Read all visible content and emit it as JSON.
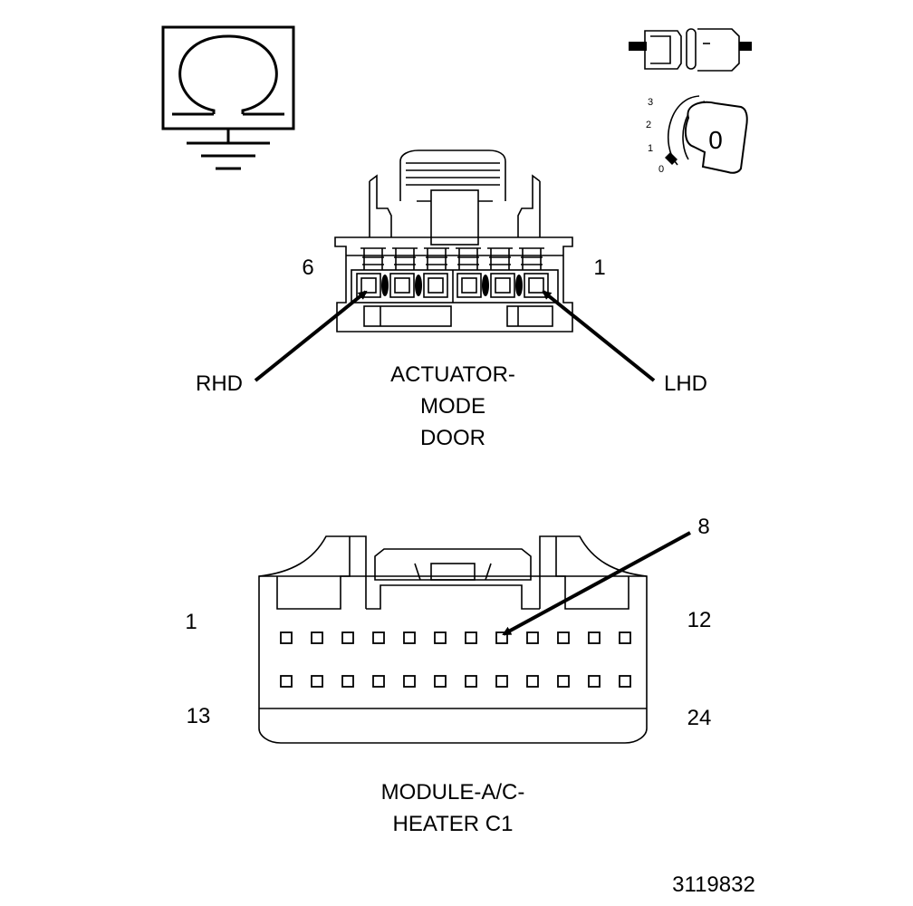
{
  "actuator": {
    "pin_left": "6",
    "pin_right": "1",
    "rhd_label": "RHD",
    "lhd_label": "LHD",
    "title_line1": "ACTUATOR-",
    "title_line2": "MODE",
    "title_line3": "DOOR"
  },
  "module": {
    "pin_top_left": "1",
    "pin_top_right": "12",
    "pin_bottom_left": "13",
    "pin_bottom_right": "24",
    "pin_callout": "8",
    "title_line1": "MODULE-A/C-",
    "title_line2": "HEATER C1"
  },
  "ignition": {
    "pos3": "3",
    "pos2": "2",
    "pos1": "1",
    "pos0": "0",
    "key_label": "0"
  },
  "figure_number": "3119832"
}
